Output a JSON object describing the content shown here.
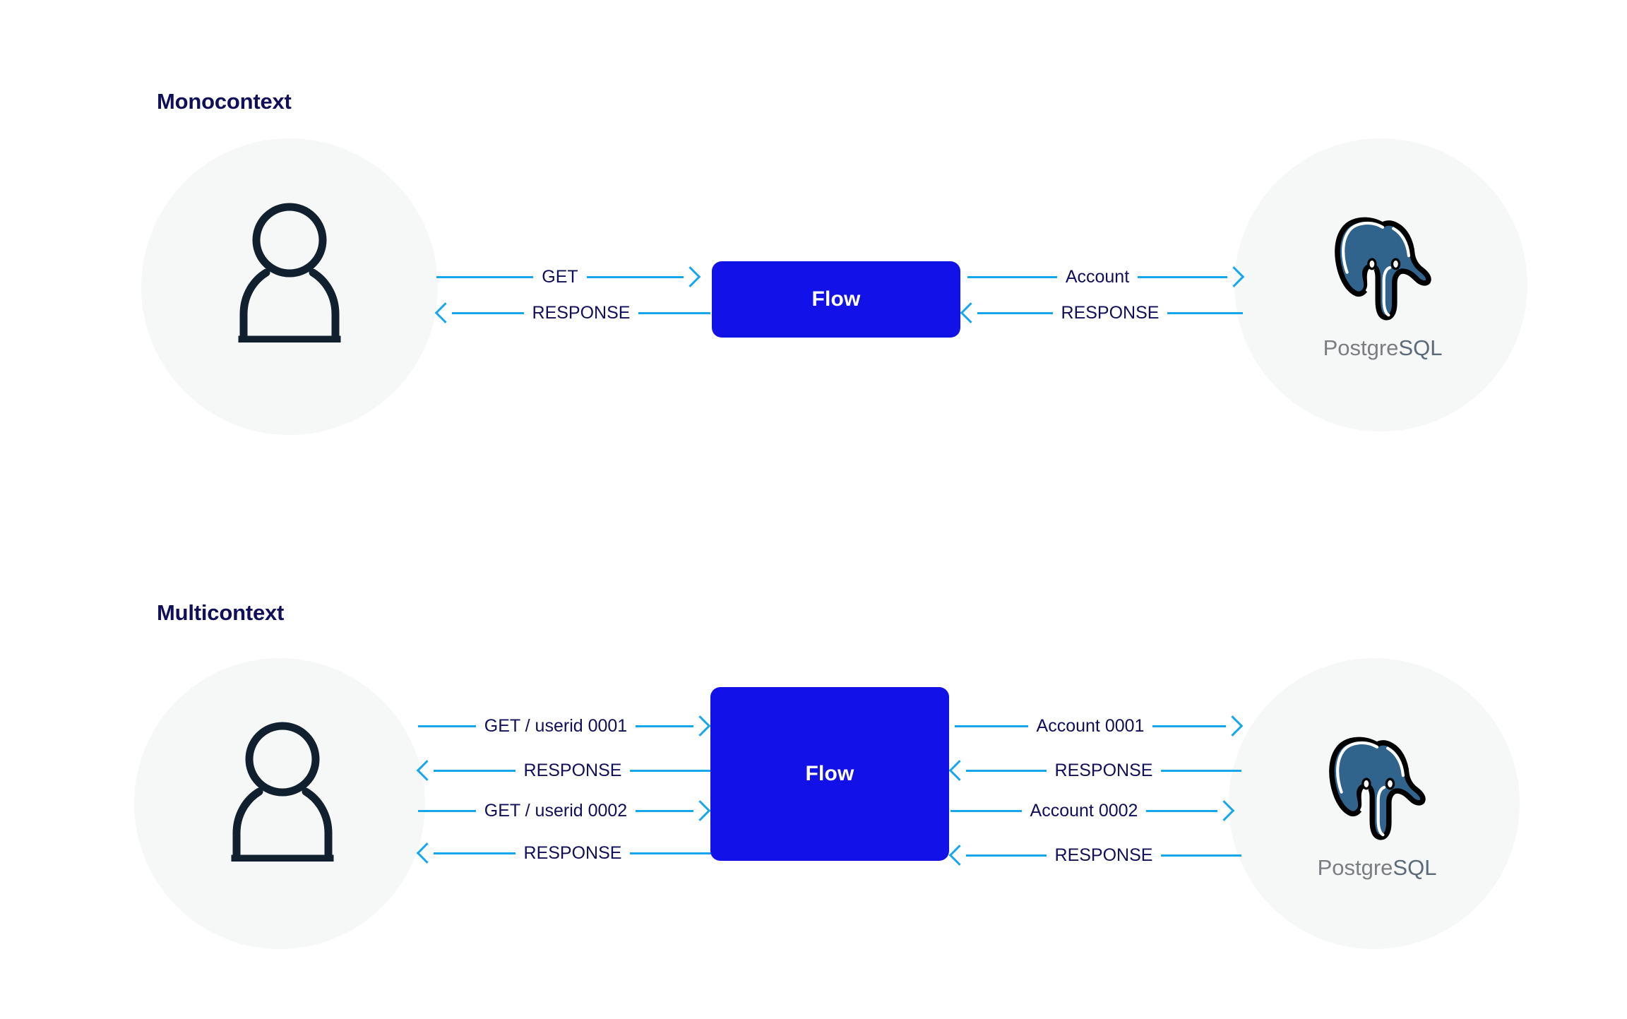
{
  "colors": {
    "accent_blue": "#1212e8",
    "arrow_blue": "#16a6ec",
    "text_navy": "#0f0f5a",
    "circle_bg": "#f6f7f7",
    "icon_dark": "#10202e",
    "postgres_blue": "#31648c"
  },
  "sections": [
    {
      "title": "Monocontext",
      "left_node": {
        "icon": "user-icon",
        "label": ""
      },
      "right_node": {
        "icon": "postgresql-logo",
        "label": "PostgreSQL"
      },
      "center_node": {
        "label": "Flow"
      },
      "left_flows": [
        {
          "label": "GET",
          "direction": "right"
        },
        {
          "label": "RESPONSE",
          "direction": "left"
        }
      ],
      "right_flows": [
        {
          "label": "Account",
          "direction": "right"
        },
        {
          "label": "RESPONSE",
          "direction": "left"
        }
      ]
    },
    {
      "title": "Multicontext",
      "left_node": {
        "icon": "user-icon",
        "label": ""
      },
      "right_node": {
        "icon": "postgresql-logo",
        "label": "PostgreSQL"
      },
      "center_node": {
        "label": "Flow"
      },
      "left_flows": [
        {
          "label": "GET / userid 0001",
          "direction": "right"
        },
        {
          "label": "RESPONSE",
          "direction": "left"
        },
        {
          "label": "GET / userid 0002",
          "direction": "right"
        },
        {
          "label": "RESPONSE",
          "direction": "left"
        }
      ],
      "right_flows": [
        {
          "label": "Account 0001",
          "direction": "right"
        },
        {
          "label": "RESPONSE",
          "direction": "left"
        },
        {
          "label": "Account 0002",
          "direction": "right"
        },
        {
          "label": "RESPONSE",
          "direction": "left"
        }
      ]
    }
  ]
}
